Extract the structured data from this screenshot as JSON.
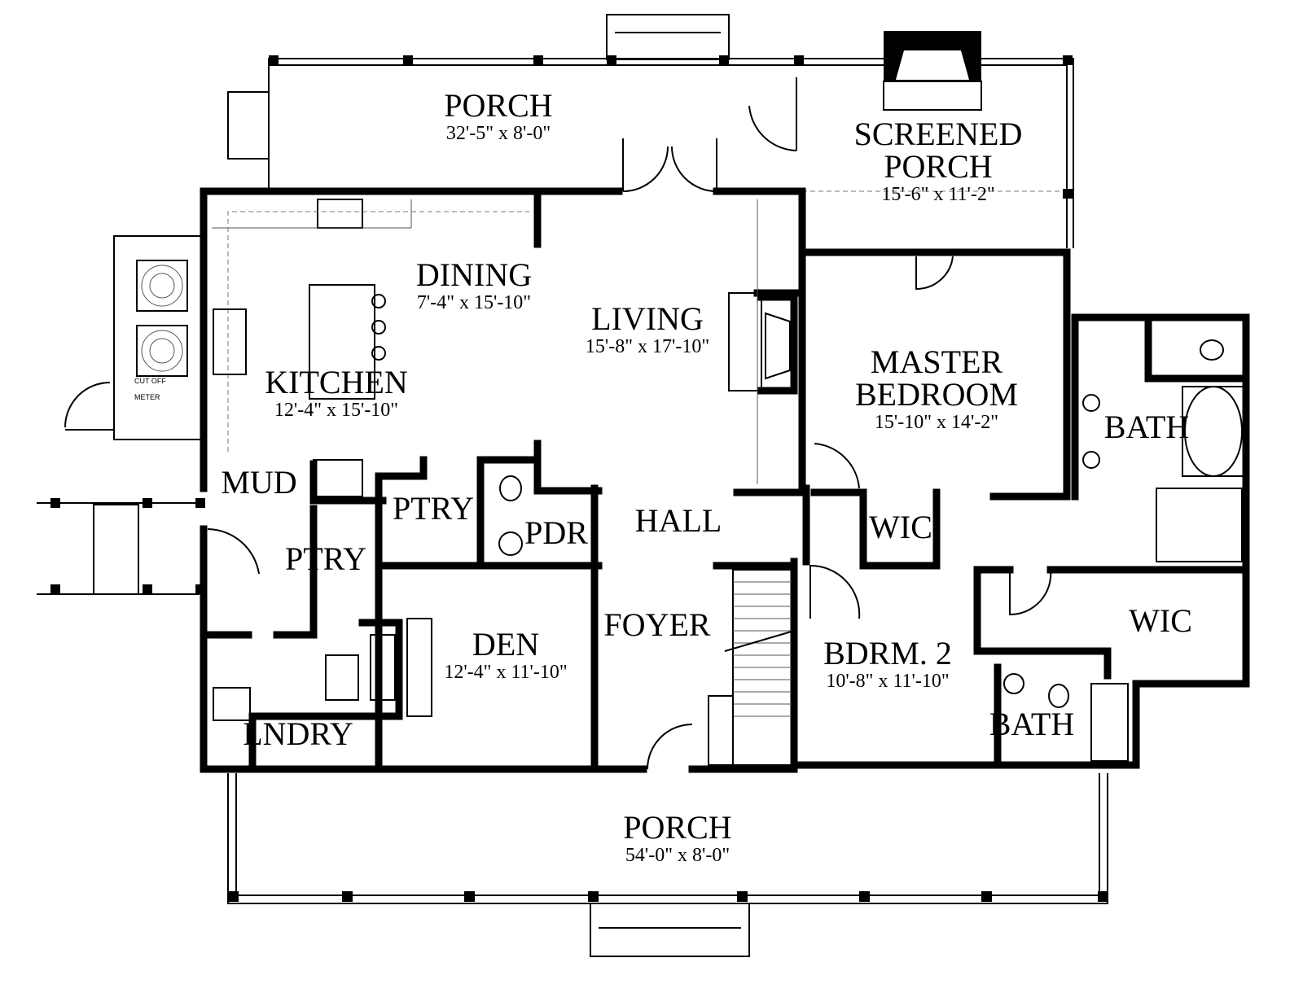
{
  "rooms": {
    "porch_top": {
      "name": "PORCH",
      "dim": "32'-5\" x 8'-0\""
    },
    "screened_porch": {
      "name1": "SCREENED",
      "name2": "PORCH",
      "dim": "15'-6\" x 11'-2\""
    },
    "dining": {
      "name": "DINING",
      "dim": "7'-4\" x 15'-10\""
    },
    "living": {
      "name": "LIVING",
      "dim": "15'-8\" x 17'-10\""
    },
    "kitchen": {
      "name": "KITCHEN",
      "dim": "12'-4\" x 15'-10\""
    },
    "master": {
      "name1": "MASTER",
      "name2": "BEDROOM",
      "dim": "15'-10\" x 14'-2\""
    },
    "master_bath": {
      "name": "BATH"
    },
    "mud": {
      "name": "MUD"
    },
    "ptry1": {
      "name": "PTRY"
    },
    "ptry2": {
      "name": "PTRY"
    },
    "pdr": {
      "name": "PDR"
    },
    "hall": {
      "name": "HALL"
    },
    "wic1": {
      "name": "WIC"
    },
    "wic2": {
      "name": "WIC"
    },
    "foyer": {
      "name": "FOYER"
    },
    "den": {
      "name": "DEN",
      "dim": "12'-4\" x 11'-10\""
    },
    "bdrm2": {
      "name": "BDRM. 2",
      "dim": "10'-8\" x 11'-10\""
    },
    "bath2": {
      "name": "BATH"
    },
    "lndry": {
      "name": "LNDRY"
    },
    "porch_front": {
      "name": "PORCH",
      "dim": "54'-0\" x 8'-0\""
    }
  },
  "utility": {
    "cut_off": "CUT OFF",
    "meter": "METER"
  }
}
